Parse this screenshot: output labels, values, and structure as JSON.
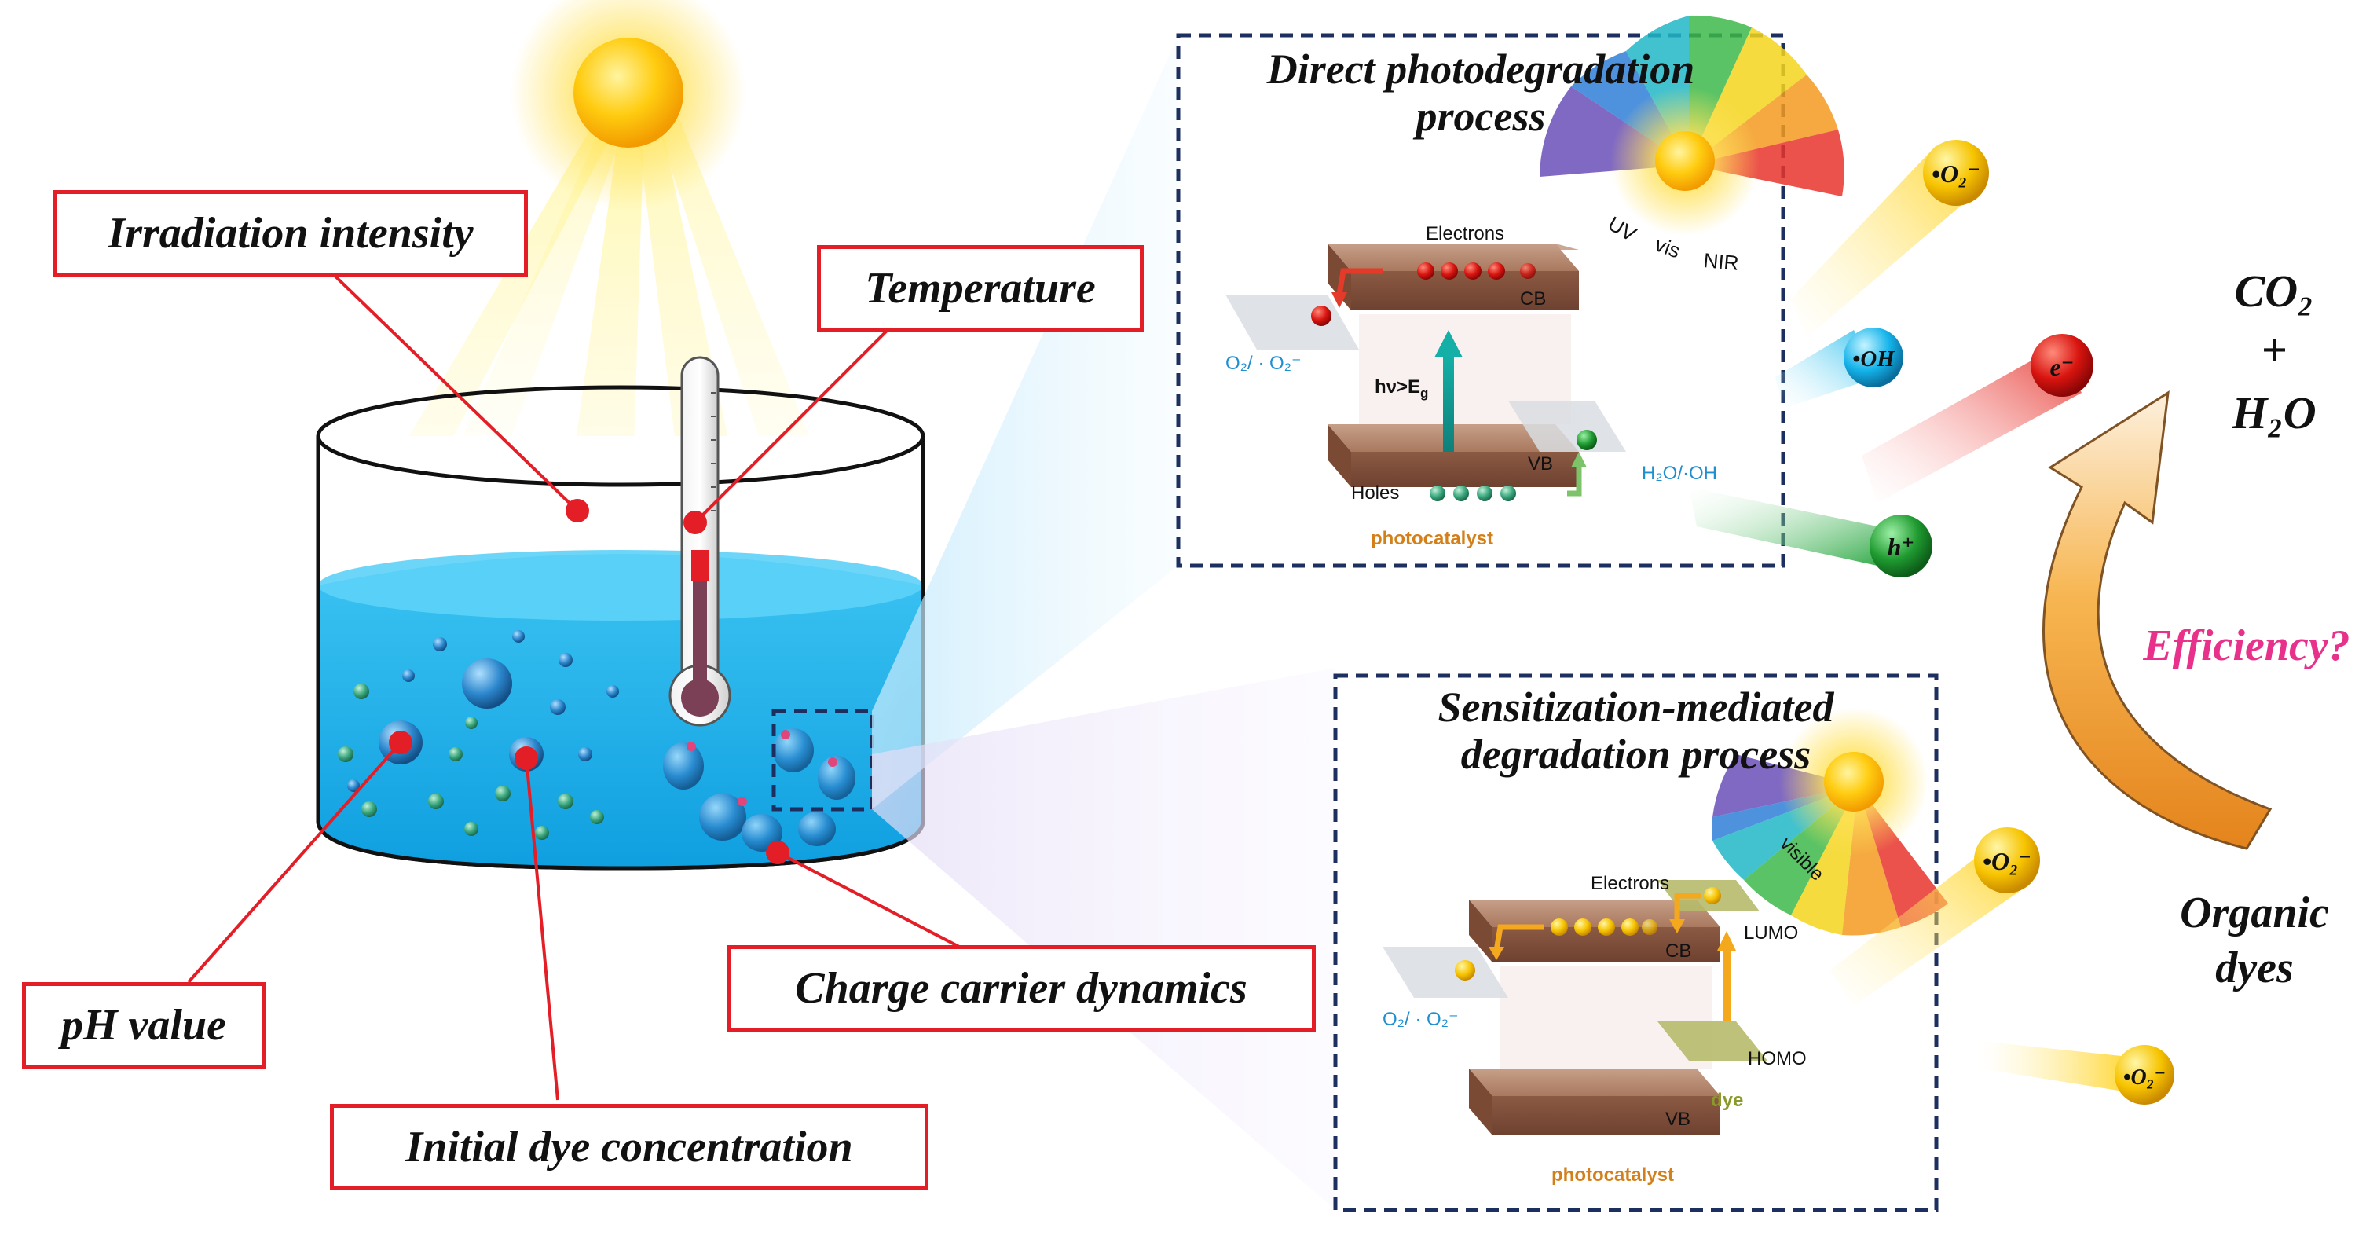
{
  "factors": {
    "irradiation": "Irradiation intensity",
    "temperature": "Temperature",
    "ph": "pH value",
    "concentration": "Initial dye concentration",
    "charge": "Charge carrier dynamics"
  },
  "direct_panel": {
    "title_line1": "Direct photodegradation",
    "title_line2": "process",
    "spectrum": [
      "UV",
      "vis",
      "NIR"
    ],
    "electrons": "Electrons",
    "cb": "CB",
    "vb": "VB",
    "holes": "Holes",
    "excitation": "hν>E",
    "excitation_sub": "g",
    "o2_label": "O₂/ · O₂⁻",
    "oh_label": "H₂O/·OH",
    "material": "photocatalyst"
  },
  "sensitized_panel": {
    "title_line1": "Sensitization-mediated",
    "title_line2": "degradation process",
    "spectrum": "visible",
    "electrons": "Electrons",
    "cb": "CB",
    "vb": "VB",
    "lumo": "LUMO",
    "homo": "HOMO",
    "dye": "dye",
    "o2_label": "O₂/ · O₂⁻",
    "material": "photocatalyst"
  },
  "species": {
    "superoxide": "•O₂⁻",
    "hydroxyl": "•OH",
    "electron": "e⁻",
    "hole": "h⁺"
  },
  "products": {
    "co2": "CO₂",
    "plus": "+",
    "h2o": "H₂O"
  },
  "efficiency": "Efficiency?",
  "source": {
    "line1": "Organic",
    "line2": "dyes"
  },
  "colors": {
    "accent_red": "#e41e26",
    "water": "#1ab0ec",
    "panel_border": "#1c2f5e",
    "efficiency": "#e8318a",
    "arrow": "#e8871a"
  }
}
